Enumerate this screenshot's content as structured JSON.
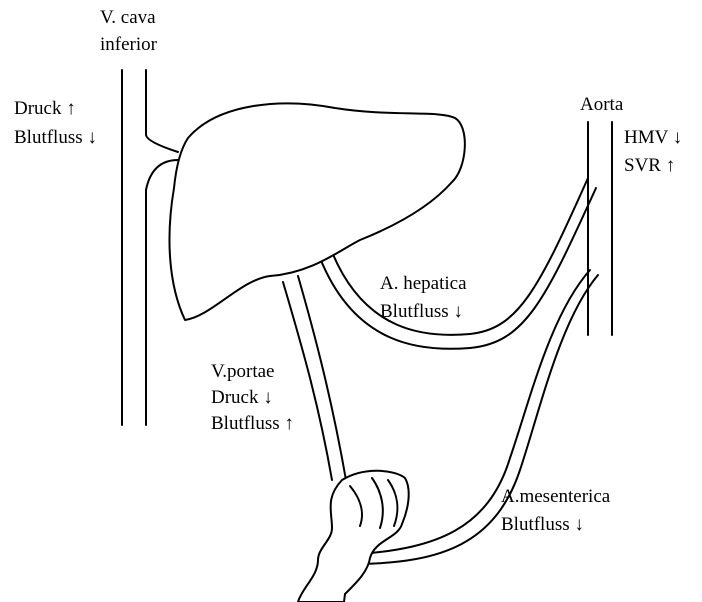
{
  "labels": {
    "vena_cava_line1": "V. cava",
    "vena_cava_line2": "inferior",
    "vena_cava_pressure": "Druck ↑",
    "vena_cava_flow": "Blutfluss ↓",
    "aorta": "Aorta",
    "aorta_hmv": "HMV ↓",
    "aorta_svr": "SVR ↑",
    "hepatic_artery_name": "A. hepatica",
    "hepatic_artery_flow": "Blutfluss ↓",
    "portal_vein_name": "V.portae",
    "portal_vein_pressure": "Druck ↓",
    "portal_vein_flow": "Blutfluss ↑",
    "mesenteric_artery_name": "A.mesenterica",
    "mesenteric_artery_flow": "Blutfluss ↓"
  }
}
